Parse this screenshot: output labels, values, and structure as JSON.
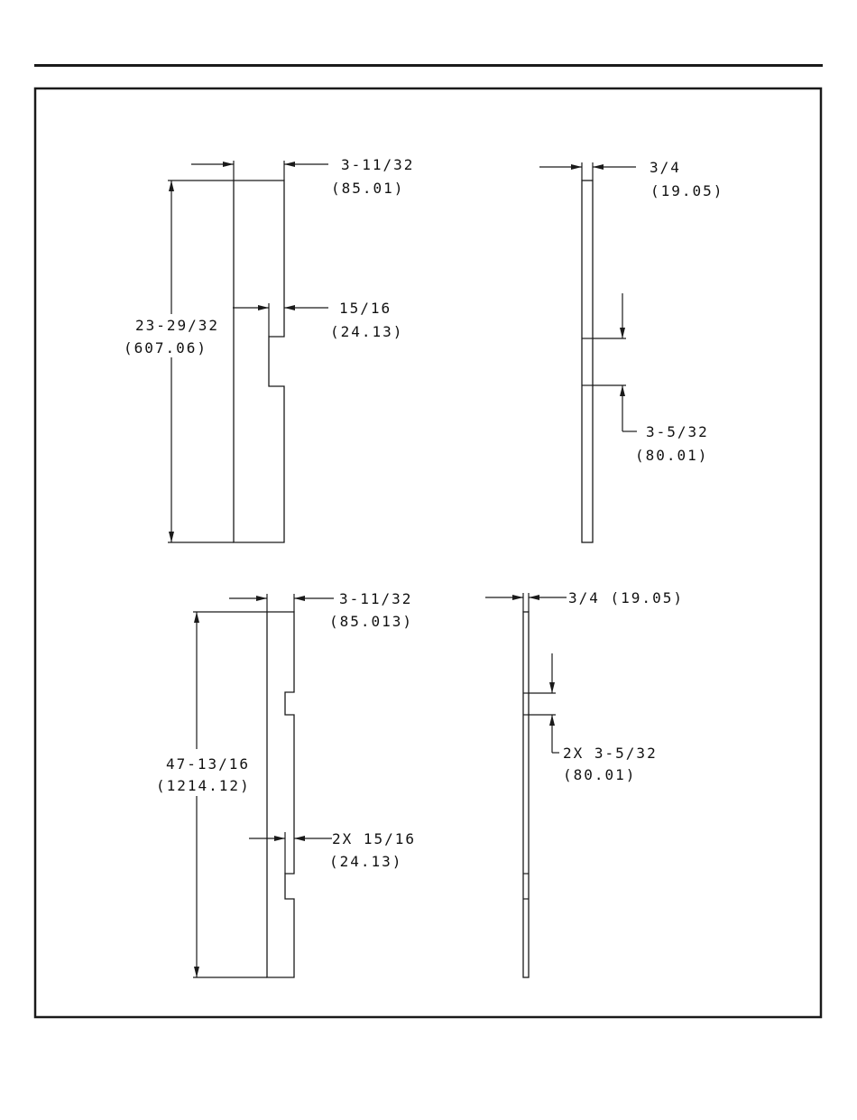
{
  "colors": {
    "line": "#1a1a1a",
    "background": "#ffffff"
  },
  "panel_a_front": {
    "width_in": "3-11/32",
    "width_mm": "(85.01)",
    "height_in": "23-29/32",
    "height_mm": "(607.06)",
    "notch_in": "15/16",
    "notch_mm": "(24.13)"
  },
  "panel_a_side": {
    "thickness_in": "3/4",
    "thickness_mm": "(19.05)",
    "notch_len_in": "3-5/32",
    "notch_len_mm": "(80.01)"
  },
  "panel_b_front": {
    "width_in": "3-11/32",
    "width_mm": "(85.013)",
    "height_in": "47-13/16",
    "height_mm": "(1214.12)",
    "notch_in": "2X 15/16",
    "notch_mm": "(24.13)"
  },
  "panel_b_side": {
    "thickness": "3/4 (19.05)",
    "notch_len_in": "2X 3-5/32",
    "notch_len_mm": "(80.01)"
  }
}
